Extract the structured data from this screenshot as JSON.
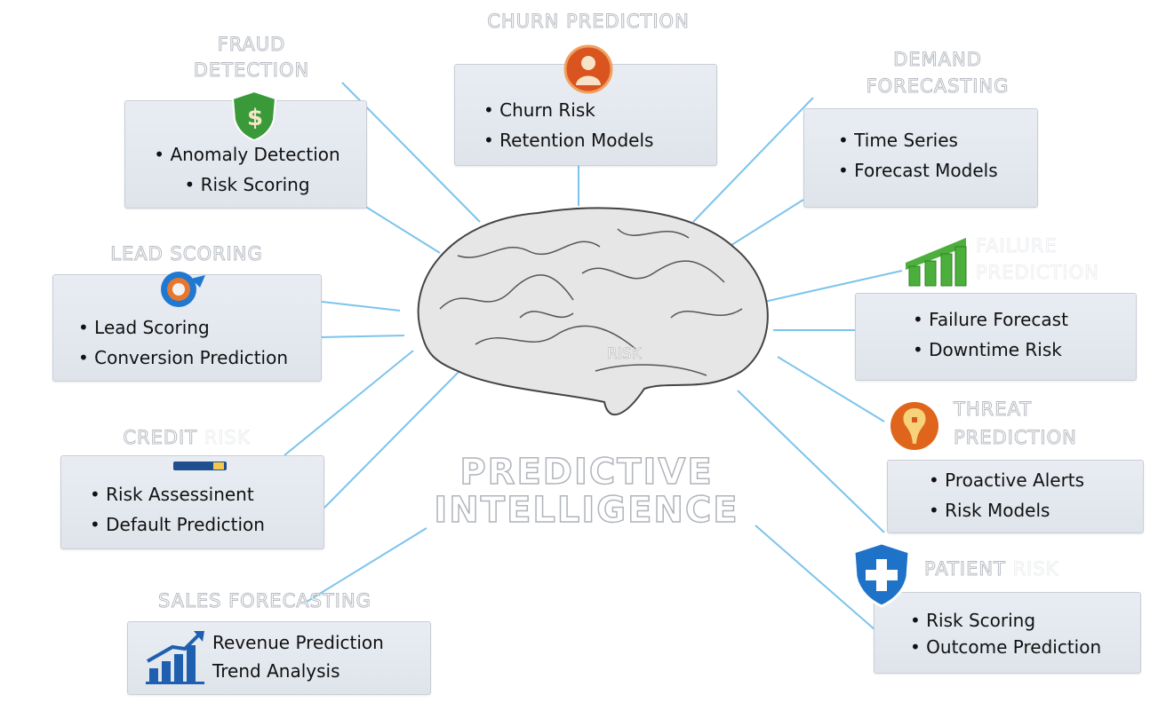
{
  "center": {
    "title_line1": "PREDICTIVE",
    "title_line2": "INTELLIGENCE",
    "brain_label": "RISK"
  },
  "connector_color": "#7cc4ec",
  "nodes": {
    "fraud": {
      "title1": "FRAUD",
      "title2": "DETECTION",
      "icon": "dollar-shield-icon",
      "color": "#3a9a3a",
      "items": [
        "Anomaly Detection",
        "Risk Scoring"
      ]
    },
    "churn": {
      "title": "CHURN PREDICTION",
      "icon": "user-icon",
      "color": "#d9541e",
      "items": [
        "Churn Risk",
        "Retention Models"
      ]
    },
    "demand": {
      "title1": "DEMAND",
      "title2": "FORECASTING",
      "items": [
        "Time Series",
        "Forecast Models"
      ]
    },
    "lead": {
      "title": "LEAD SCORING",
      "icon": "target-icon",
      "color": "#1f78d1",
      "items": [
        "Lead Scoring",
        "Conversion Prediction"
      ]
    },
    "failure": {
      "title1": "FAILURE",
      "title2": "PREDICTION",
      "icon": "bar-chart-icon",
      "color": "#4caf3c",
      "items": [
        "Failure Forecast",
        "Downtime Risk"
      ]
    },
    "credit": {
      "title_a": "CREDIT",
      "title_b": " RISK",
      "icon": "credit-card-icon",
      "items": [
        "Risk Assessinent",
        "Default Prediction"
      ]
    },
    "threat": {
      "title1": "THREAT",
      "title2": "PREDICTION",
      "icon": "alert-pin-icon",
      "color": "#e0651c",
      "items": [
        "Proactive Alerts",
        "Risk Models"
      ]
    },
    "patient": {
      "title_a": "PATIENT",
      "title_b": " RISK",
      "icon": "medical-shield-icon",
      "color": "#1e73c8",
      "items": [
        "Risk Scoring",
        "Outcome Prediction"
      ]
    },
    "sales": {
      "title": "SALES FORECASTING",
      "icon": "growth-chart-icon",
      "color": "#1f5fb0",
      "items": [
        "Revenue Prediction",
        "Trend Analysis"
      ]
    }
  }
}
